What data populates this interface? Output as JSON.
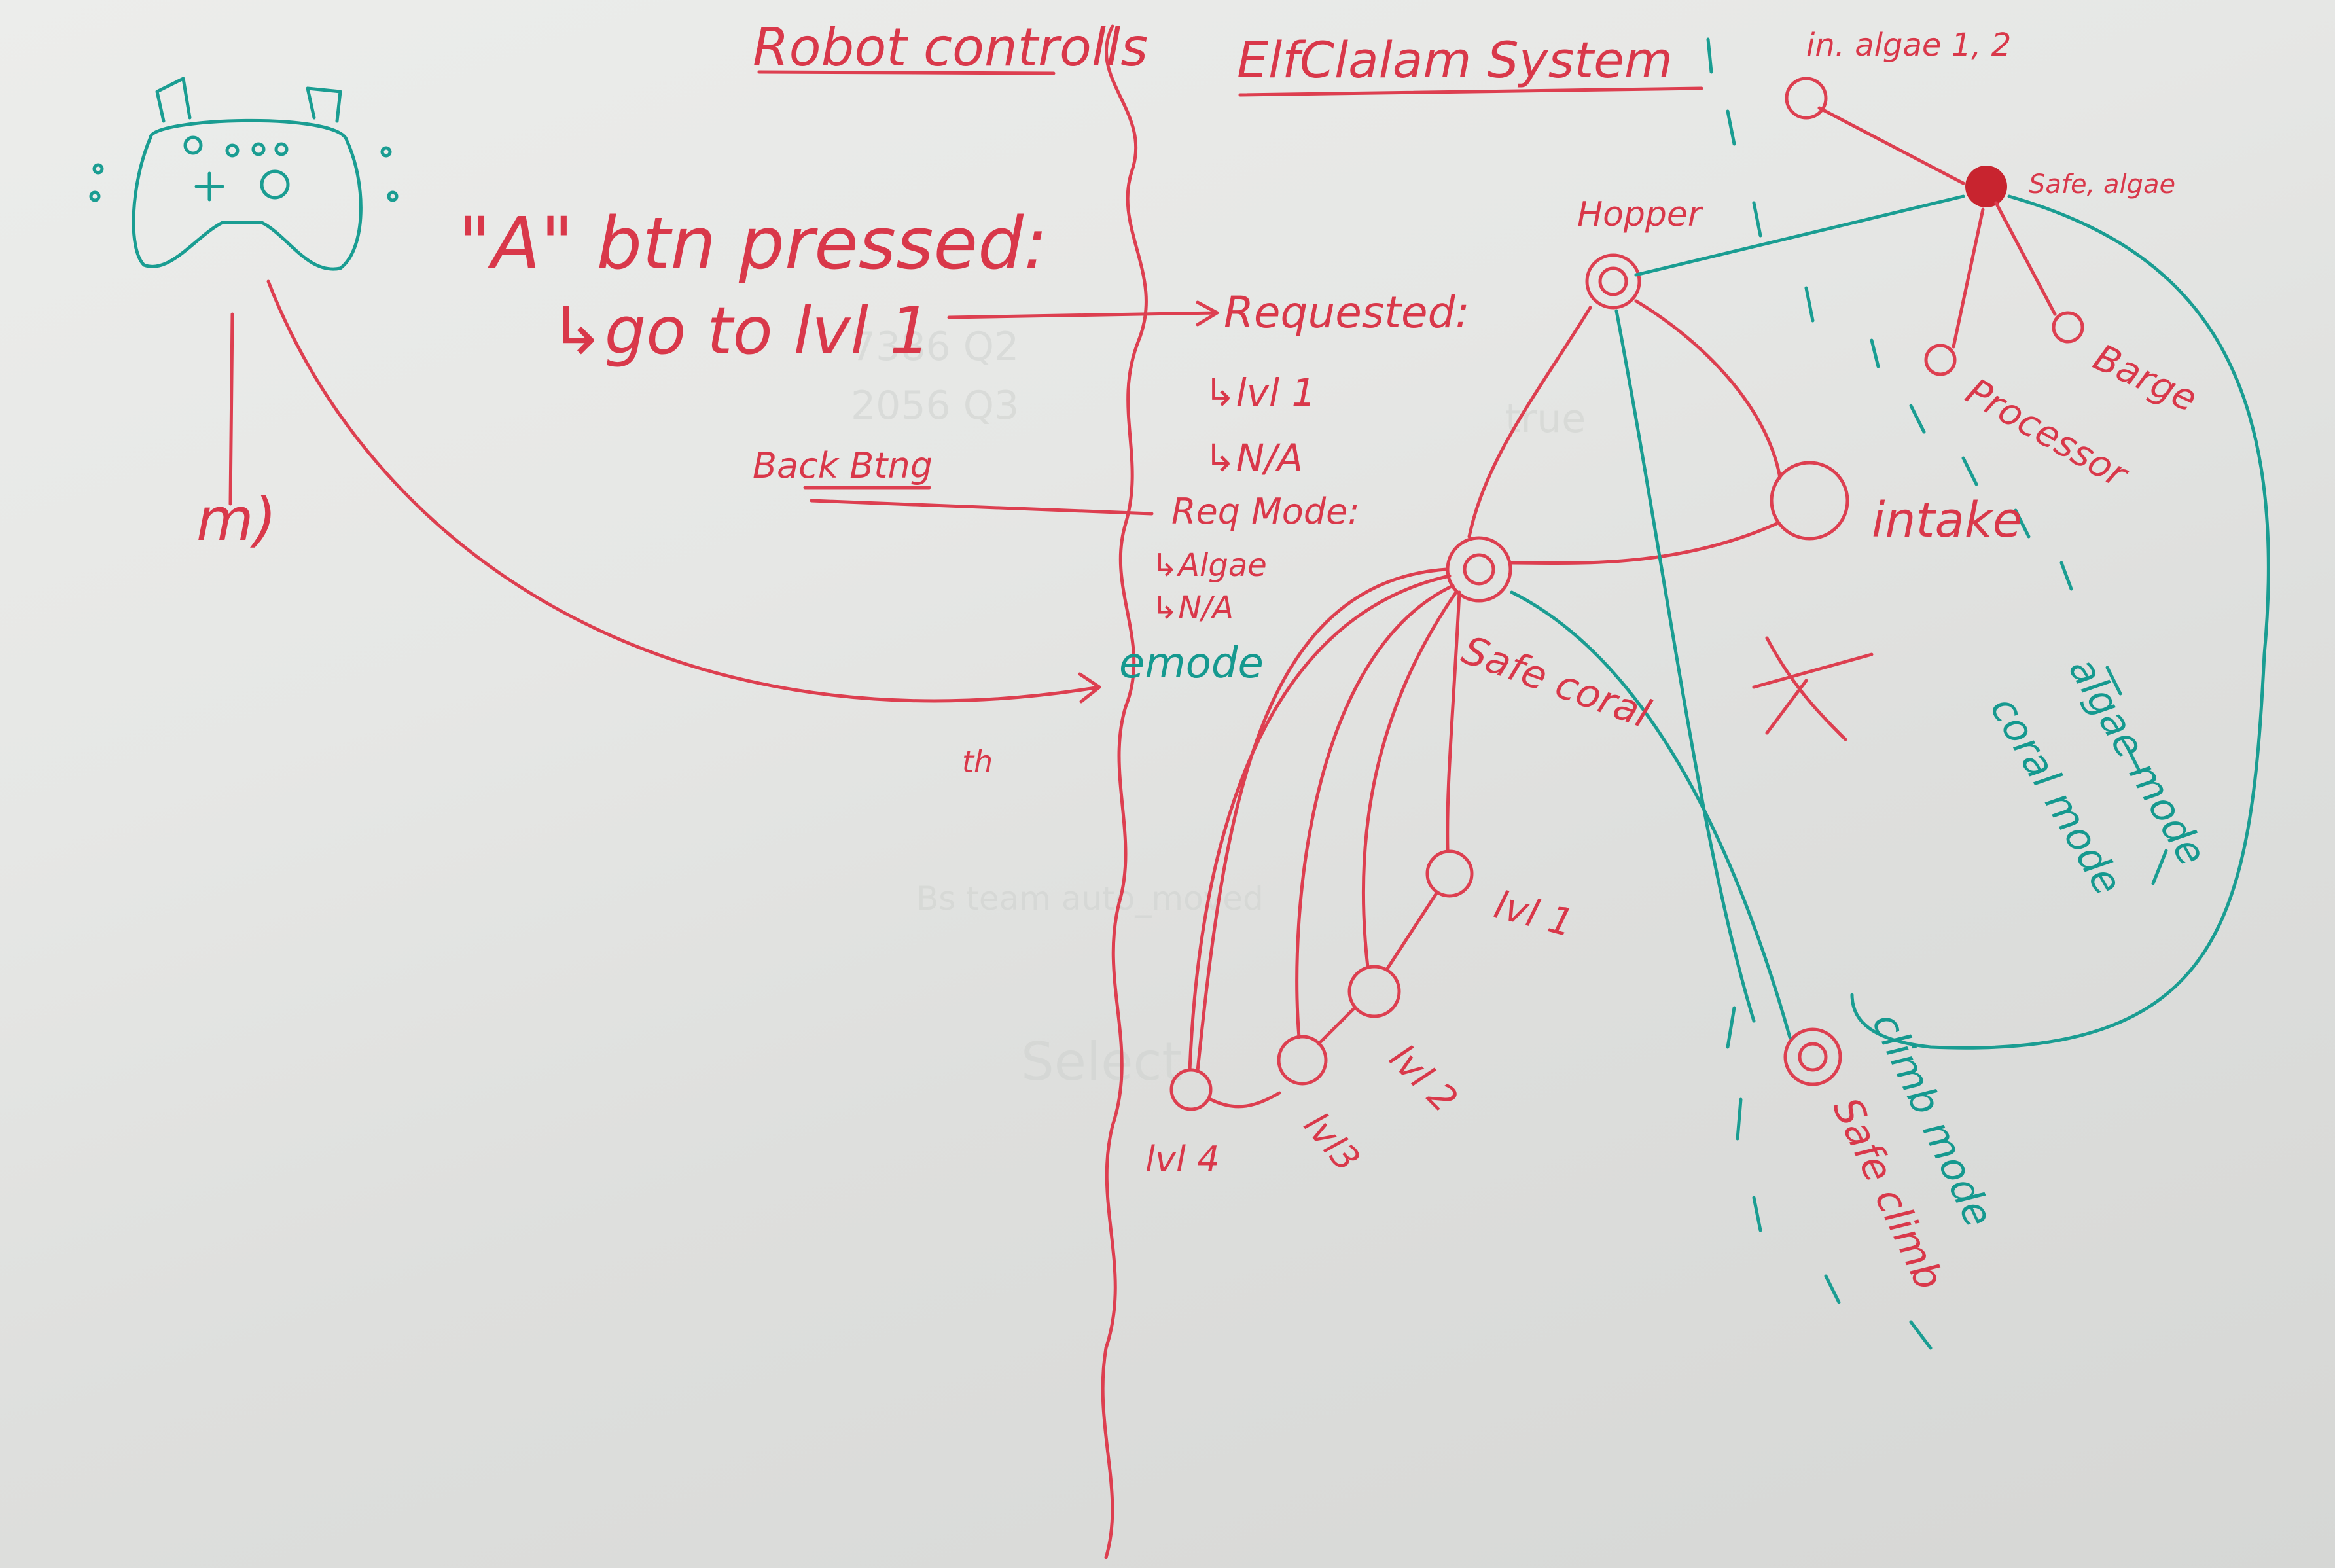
{
  "board": {
    "left_title": "Robot controlls",
    "right_title": "ElfClalam System",
    "controller": {
      "label": "m)"
    },
    "a_button_note": {
      "line1": "\"A\" btn pressed:",
      "line2": "↳go to lvl 1"
    },
    "back_btn": "Back Btng",
    "emode": "emode",
    "th_label": "th",
    "requested": {
      "title": "Requested:",
      "items": [
        "↳lvl 1",
        "↳N/A"
      ]
    },
    "req_mode": {
      "title": "Req Mode:",
      "items": [
        "↳Algae",
        "↳N/A"
      ]
    },
    "states": {
      "in_algae": "in. algae 1, 2",
      "safe_algae": "Safe, algae",
      "hopper": "Hopper",
      "barge": "Barge",
      "processor": "Processor",
      "intake": "intake",
      "safe_coral": "Safe coral",
      "lvl1": "lvl 1",
      "lvl2": "lvl 2",
      "lvl3": "lvl3",
      "lvl4": "lvl 4",
      "safe_climb": "Safe climb"
    },
    "modes": {
      "algae_mode": "algae mode",
      "coral_mode": "coral mode",
      "climb_mode": "climb mode"
    },
    "colors": {
      "red_marker": "#dd3f50",
      "teal_marker": "#1a9d92",
      "board": "#e6e7e5"
    }
  }
}
